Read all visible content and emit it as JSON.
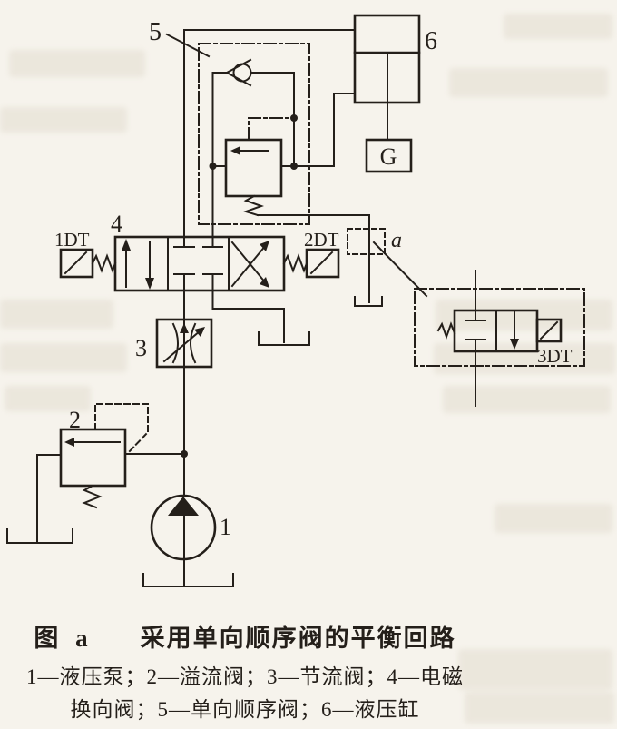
{
  "figure": {
    "component_labels": {
      "sequence_valve": "5",
      "cylinder": "6",
      "directional_valve": "4",
      "solenoid_1": "1DT",
      "solenoid_2": "2DT",
      "solenoid_3": "3DT",
      "detail_point": "a",
      "throttle_valve": "3",
      "relief_valve": "2",
      "pump": "1",
      "load": "G"
    },
    "caption": {
      "figure_no": "图 a",
      "title": "采用单向顺序阀的平衡回路",
      "legend_line1": "1—液压泵；2—溢流阀；3—节流阀；4—电磁",
      "legend_line2": "换向阀；5—单向顺序阀；6—液压缸"
    },
    "colors": {
      "ink": "#241f1a",
      "paper": "#f6f3ec"
    }
  }
}
